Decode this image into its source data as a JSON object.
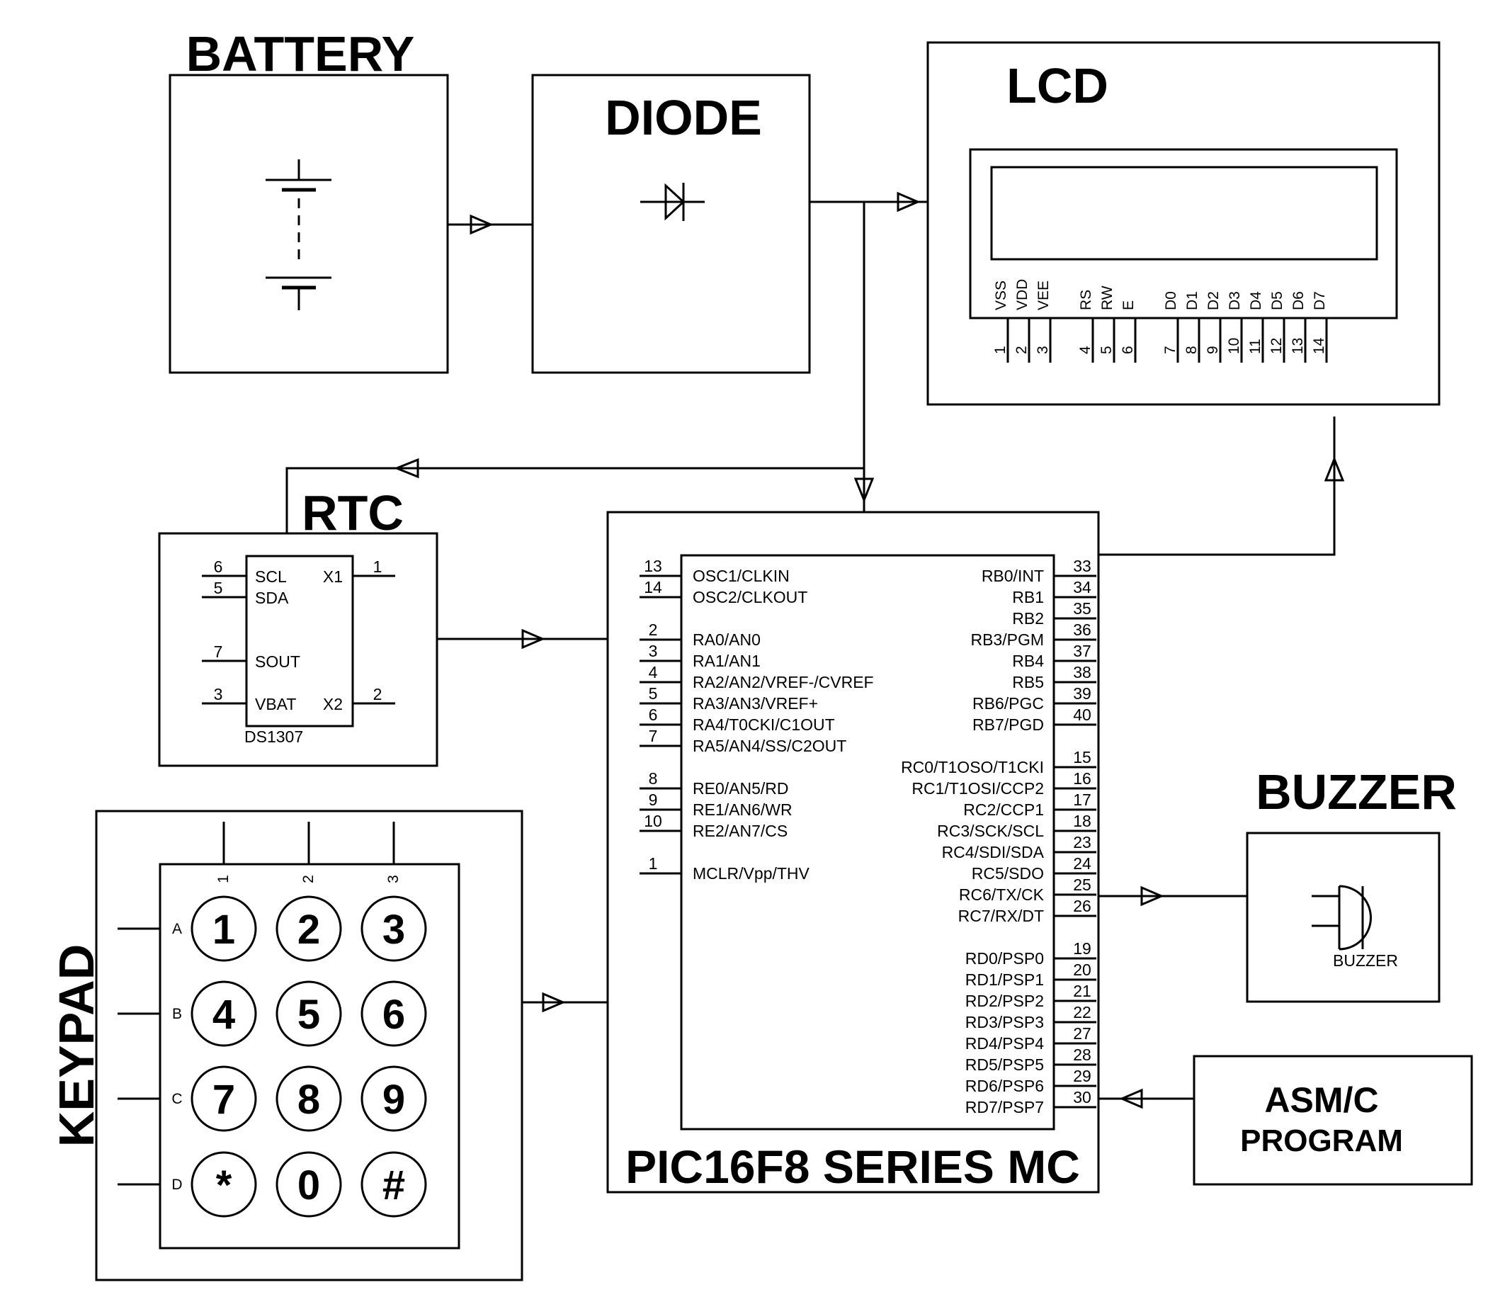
{
  "blocks": {
    "battery": "BATTERY",
    "diode": "DIODE",
    "lcd": "LCD",
    "rtc": "RTC",
    "mcu": "PIC16F8 SERIES MC",
    "buzzer": "BUZZER",
    "program_line1": "ASM/C",
    "program_line2": "PROGRAM",
    "keypad": "KEYPAD"
  },
  "lcd": {
    "pins": [
      {
        "label": "VSS",
        "num": "1"
      },
      {
        "label": "VDD",
        "num": "2"
      },
      {
        "label": "VEE",
        "num": "3"
      },
      {
        "label": "RS",
        "num": "4"
      },
      {
        "label": "RW",
        "num": "5"
      },
      {
        "label": "E",
        "num": "6"
      },
      {
        "label": "D0",
        "num": "7"
      },
      {
        "label": "D1",
        "num": "8"
      },
      {
        "label": "D2",
        "num": "9"
      },
      {
        "label": "D3",
        "num": "10"
      },
      {
        "label": "D4",
        "num": "11"
      },
      {
        "label": "D5",
        "num": "12"
      },
      {
        "label": "D6",
        "num": "13"
      },
      {
        "label": "D7",
        "num": "14"
      }
    ]
  },
  "rtc": {
    "chip": "DS1307",
    "left_pins": [
      {
        "label": "SCL",
        "num": "6"
      },
      {
        "label": "SDA",
        "num": "5"
      },
      {
        "label": "SOUT",
        "num": "7"
      },
      {
        "label": "VBAT",
        "num": "3"
      }
    ],
    "right_pins": [
      {
        "label": "X1",
        "num": "1"
      },
      {
        "label": "X2",
        "num": "2"
      }
    ]
  },
  "mcu": {
    "left_pins": [
      {
        "num": "13",
        "label": "OSC1/CLKIN"
      },
      {
        "num": "14",
        "label": "OSC2/CLKOUT"
      },
      {
        "num": "2",
        "label": "RA0/AN0"
      },
      {
        "num": "3",
        "label": "RA1/AN1"
      },
      {
        "num": "4",
        "label": "RA2/AN2/VREF-/CVREF"
      },
      {
        "num": "5",
        "label": "RA3/AN3/VREF+"
      },
      {
        "num": "6",
        "label": "RA4/T0CKI/C1OUT"
      },
      {
        "num": "7",
        "label": "RA5/AN4/SS/C2OUT"
      },
      {
        "num": "8",
        "label": "RE0/AN5/RD"
      },
      {
        "num": "9",
        "label": "RE1/AN6/WR"
      },
      {
        "num": "10",
        "label": "RE2/AN7/CS"
      },
      {
        "num": "1",
        "label": "MCLR/Vpp/THV"
      }
    ],
    "right_pins": [
      {
        "num": "33",
        "label": "RB0/INT"
      },
      {
        "num": "34",
        "label": "RB1"
      },
      {
        "num": "35",
        "label": "RB2"
      },
      {
        "num": "36",
        "label": "RB3/PGM"
      },
      {
        "num": "37",
        "label": "RB4"
      },
      {
        "num": "38",
        "label": "RB5"
      },
      {
        "num": "39",
        "label": "RB6/PGC"
      },
      {
        "num": "40",
        "label": "RB7/PGD"
      },
      {
        "num": "15",
        "label": "RC0/T1OSO/T1CKI"
      },
      {
        "num": "16",
        "label": "RC1/T1OSI/CCP2"
      },
      {
        "num": "17",
        "label": "RC2/CCP1"
      },
      {
        "num": "18",
        "label": "RC3/SCK/SCL"
      },
      {
        "num": "23",
        "label": "RC4/SDI/SDA"
      },
      {
        "num": "24",
        "label": "RC5/SDO"
      },
      {
        "num": "25",
        "label": "RC6/TX/CK"
      },
      {
        "num": "26",
        "label": "RC7/RX/DT"
      },
      {
        "num": "19",
        "label": "RD0/PSP0"
      },
      {
        "num": "20",
        "label": "RD1/PSP1"
      },
      {
        "num": "21",
        "label": "RD2/PSP2"
      },
      {
        "num": "22",
        "label": "RD3/PSP3"
      },
      {
        "num": "27",
        "label": "RD4/PSP4"
      },
      {
        "num": "28",
        "label": "RD5/PSP5"
      },
      {
        "num": "29",
        "label": "RD6/PSP6"
      },
      {
        "num": "30",
        "label": "RD7/PSP7"
      }
    ]
  },
  "buzzer": {
    "component_label": "BUZZER"
  },
  "keypad": {
    "columns": [
      "1",
      "2",
      "3"
    ],
    "rows": [
      "A",
      "B",
      "C",
      "D"
    ],
    "keys": [
      [
        "1",
        "2",
        "3"
      ],
      [
        "4",
        "5",
        "6"
      ],
      [
        "7",
        "8",
        "9"
      ],
      [
        "*",
        "0",
        "#"
      ]
    ]
  }
}
